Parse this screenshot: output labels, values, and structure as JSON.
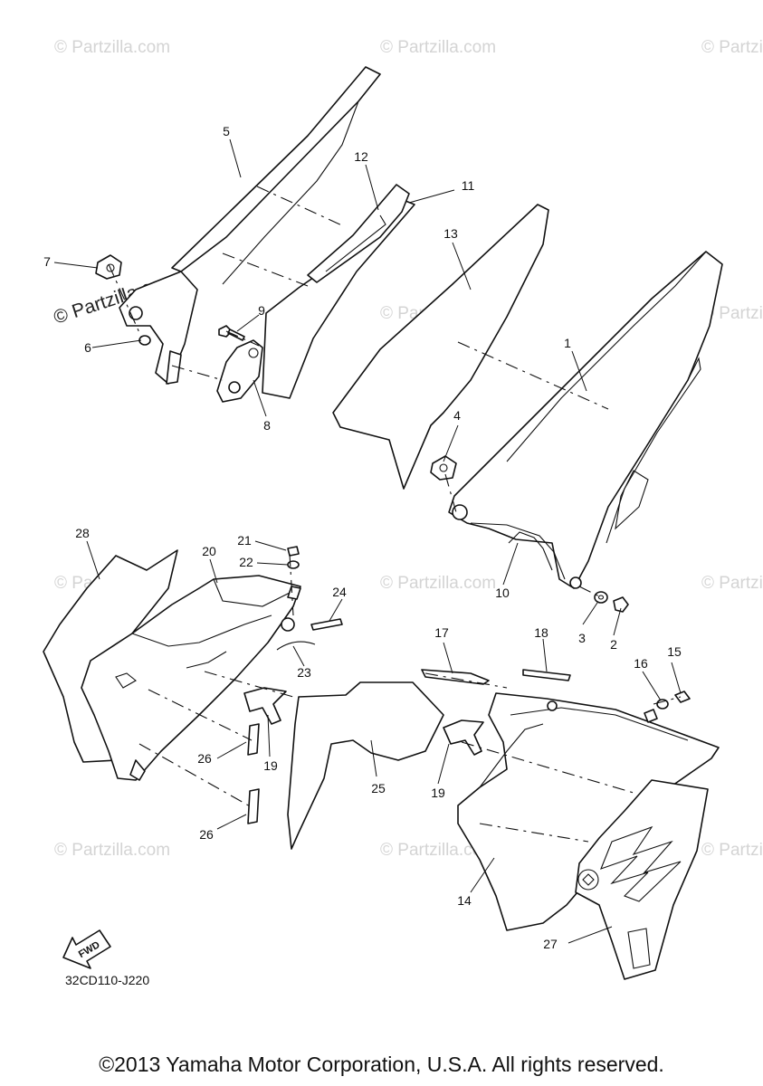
{
  "watermark_text": "© Partzilla.com",
  "diagram_code": "32CD110-J220",
  "fwd_label": "FWD",
  "copyright": "©2013 Yamaha Motor Corporation, U.S.A. All rights reserved.",
  "callouts": [
    "1",
    "2",
    "3",
    "4",
    "5",
    "6",
    "7",
    "8",
    "9",
    "10",
    "11",
    "12",
    "13",
    "14",
    "15",
    "16",
    "17",
    "18",
    "19",
    "19",
    "20",
    "21",
    "22",
    "23",
    "24",
    "25",
    "26",
    "26",
    "27",
    "28"
  ]
}
